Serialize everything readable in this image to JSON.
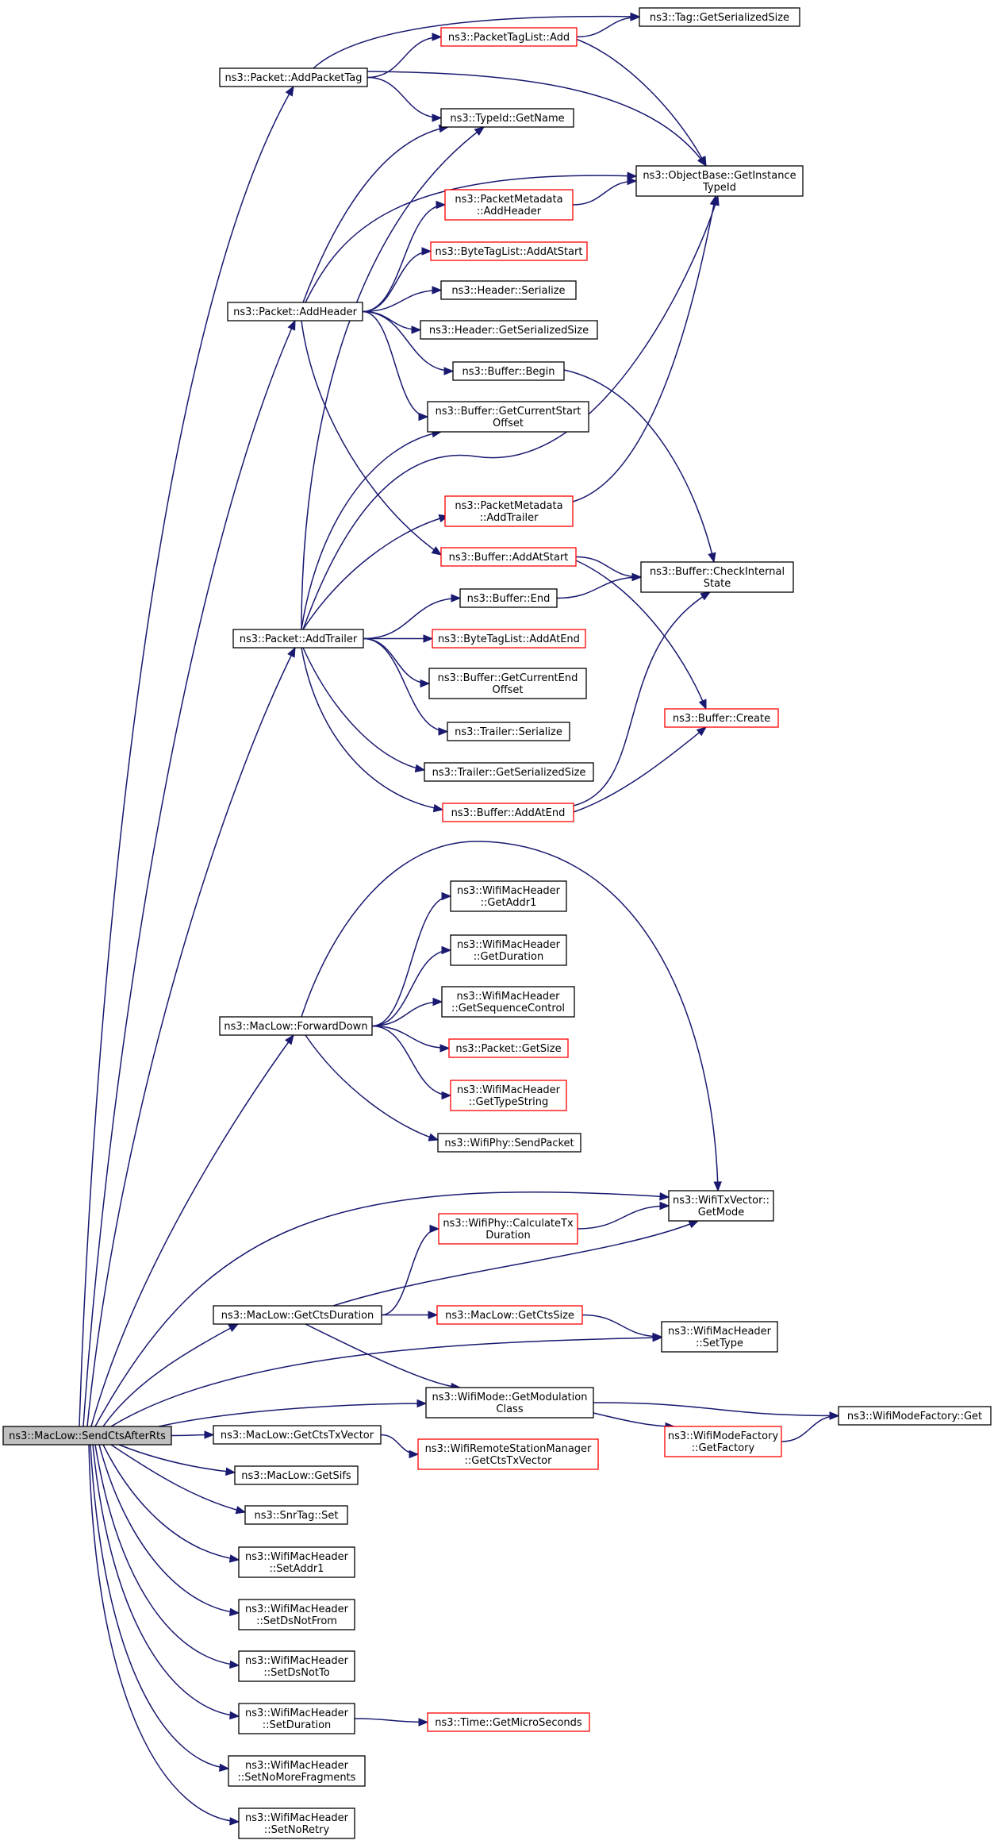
{
  "colors": {
    "edge": "#191970",
    "border_normal": "#000000",
    "border_linked": "#ff0000",
    "root_fill": "#bfbfbf"
  },
  "nodes": [
    {
      "id": "root",
      "lines": [
        "ns3::MacLow::SendCtsAfterRts"
      ],
      "style": "root"
    },
    {
      "id": "p_addpackettag",
      "lines": [
        "ns3::Packet::AddPacketTag"
      ],
      "style": "normal"
    },
    {
      "id": "tag_getser",
      "lines": [
        "ns3::Tag::GetSerializedSize"
      ],
      "style": "normal"
    },
    {
      "id": "ptl_add",
      "lines": [
        "ns3::PacketTagList::Add"
      ],
      "style": "linked"
    },
    {
      "id": "typeid_getname",
      "lines": [
        "ns3::TypeId::GetName"
      ],
      "style": "normal"
    },
    {
      "id": "objbase_getinst",
      "lines": [
        "ns3::ObjectBase::GetInstance",
        "TypeId"
      ],
      "style": "normal"
    },
    {
      "id": "pm_addheader",
      "lines": [
        "ns3::PacketMetadata",
        "::AddHeader"
      ],
      "style": "linked"
    },
    {
      "id": "btl_addatstart",
      "lines": [
        "ns3::ByteTagList::AddAtStart"
      ],
      "style": "linked"
    },
    {
      "id": "header_serialize",
      "lines": [
        "ns3::Header::Serialize"
      ],
      "style": "normal"
    },
    {
      "id": "p_addheader",
      "lines": [
        "ns3::Packet::AddHeader"
      ],
      "style": "normal"
    },
    {
      "id": "header_getser",
      "lines": [
        "ns3::Header::GetSerializedSize"
      ],
      "style": "normal"
    },
    {
      "id": "buf_begin",
      "lines": [
        "ns3::Buffer::Begin"
      ],
      "style": "normal"
    },
    {
      "id": "buf_getcurstart",
      "lines": [
        "ns3::Buffer::GetCurrentStart",
        "Offset"
      ],
      "style": "normal"
    },
    {
      "id": "pm_addtrailer",
      "lines": [
        "ns3::PacketMetadata",
        "::AddTrailer"
      ],
      "style": "linked"
    },
    {
      "id": "buf_addatstart",
      "lines": [
        "ns3::Buffer::AddAtStart"
      ],
      "style": "linked"
    },
    {
      "id": "buf_checkinternal",
      "lines": [
        "ns3::Buffer::CheckInternal",
        "State"
      ],
      "style": "normal"
    },
    {
      "id": "buf_end",
      "lines": [
        "ns3::Buffer::End"
      ],
      "style": "normal"
    },
    {
      "id": "p_addtrailer",
      "lines": [
        "ns3::Packet::AddTrailer"
      ],
      "style": "normal"
    },
    {
      "id": "btl_addatend",
      "lines": [
        "ns3::ByteTagList::AddAtEnd"
      ],
      "style": "linked"
    },
    {
      "id": "buf_getcurend",
      "lines": [
        "ns3::Buffer::GetCurrentEnd",
        "Offset"
      ],
      "style": "normal"
    },
    {
      "id": "buf_create",
      "lines": [
        "ns3::Buffer::Create"
      ],
      "style": "linked"
    },
    {
      "id": "trailer_serialize",
      "lines": [
        "ns3::Trailer::Serialize"
      ],
      "style": "normal"
    },
    {
      "id": "trailer_getser",
      "lines": [
        "ns3::Trailer::GetSerializedSize"
      ],
      "style": "normal"
    },
    {
      "id": "buf_addatend",
      "lines": [
        "ns3::Buffer::AddAtEnd"
      ],
      "style": "linked"
    },
    {
      "id": "wmh_getaddr1",
      "lines": [
        "ns3::WifiMacHeader",
        "::GetAddr1"
      ],
      "style": "normal"
    },
    {
      "id": "wmh_getduration",
      "lines": [
        "ns3::WifiMacHeader",
        "::GetDuration"
      ],
      "style": "normal"
    },
    {
      "id": "wmh_getseqctrl",
      "lines": [
        "ns3::WifiMacHeader",
        "::GetSequenceControl"
      ],
      "style": "normal"
    },
    {
      "id": "ml_forwarddown",
      "lines": [
        "ns3::MacLow::ForwardDown"
      ],
      "style": "normal"
    },
    {
      "id": "p_getsize",
      "lines": [
        "ns3::Packet::GetSize"
      ],
      "style": "linked"
    },
    {
      "id": "wmh_gettypestring",
      "lines": [
        "ns3::WifiMacHeader",
        "::GetTypeString"
      ],
      "style": "linked"
    },
    {
      "id": "wphy_sendpacket",
      "lines": [
        "ns3::WifiPhy::SendPacket"
      ],
      "style": "normal"
    },
    {
      "id": "wtxv_getmode",
      "lines": [
        "ns3::WifiTxVector::",
        "GetMode"
      ],
      "style": "normal"
    },
    {
      "id": "wphy_calctx",
      "lines": [
        "ns3::WifiPhy::CalculateTx",
        "Duration"
      ],
      "style": "linked"
    },
    {
      "id": "ml_getctsduration",
      "lines": [
        "ns3::MacLow::GetCtsDuration"
      ],
      "style": "normal"
    },
    {
      "id": "ml_getctssize",
      "lines": [
        "ns3::MacLow::GetCtsSize"
      ],
      "style": "linked"
    },
    {
      "id": "wmh_settype",
      "lines": [
        "ns3::WifiMacHeader",
        "::SetType"
      ],
      "style": "normal"
    },
    {
      "id": "wmode_getmodclass",
      "lines": [
        "ns3::WifiMode::GetModulation",
        "Class"
      ],
      "style": "normal"
    },
    {
      "id": "wmf_get",
      "lines": [
        "ns3::WifiModeFactory::Get"
      ],
      "style": "normal"
    },
    {
      "id": "ml_getctstxvector",
      "lines": [
        "ns3::MacLow::GetCtsTxVector"
      ],
      "style": "normal"
    },
    {
      "id": "wrsm_getctstxvector",
      "lines": [
        "ns3::WifiRemoteStationManager",
        "::GetCtsTxVector"
      ],
      "style": "linked"
    },
    {
      "id": "wmf_getfactory",
      "lines": [
        "ns3::WifiModeFactory",
        "::GetFactory"
      ],
      "style": "linked"
    },
    {
      "id": "ml_getsifs",
      "lines": [
        "ns3::MacLow::GetSifs"
      ],
      "style": "normal"
    },
    {
      "id": "snrtag_set",
      "lines": [
        "ns3::SnrTag::Set"
      ],
      "style": "normal"
    },
    {
      "id": "wmh_setaddr1",
      "lines": [
        "ns3::WifiMacHeader",
        "::SetAddr1"
      ],
      "style": "normal"
    },
    {
      "id": "wmh_setdsnotfrom",
      "lines": [
        "ns3::WifiMacHeader",
        "::SetDsNotFrom"
      ],
      "style": "normal"
    },
    {
      "id": "wmh_setdsnotto",
      "lines": [
        "ns3::WifiMacHeader",
        "::SetDsNotTo"
      ],
      "style": "normal"
    },
    {
      "id": "wmh_setduration",
      "lines": [
        "ns3::WifiMacHeader",
        "::SetDuration"
      ],
      "style": "normal"
    },
    {
      "id": "time_getmicro",
      "lines": [
        "ns3::Time::GetMicroSeconds"
      ],
      "style": "linked"
    },
    {
      "id": "wmh_setnomorefrag",
      "lines": [
        "ns3::WifiMacHeader",
        "::SetNoMoreFragments"
      ],
      "style": "normal"
    },
    {
      "id": "wmh_setnoretry",
      "lines": [
        "ns3::WifiMacHeader",
        "::SetNoRetry"
      ],
      "style": "normal"
    }
  ],
  "edges": [
    [
      "p_addpackettag",
      "tag_getser"
    ],
    [
      "p_addpackettag",
      "ptl_add"
    ],
    [
      "p_addpackettag",
      "typeid_getname"
    ],
    [
      "p_addpackettag",
      "objbase_getinst"
    ],
    [
      "ptl_add",
      "tag_getser"
    ],
    [
      "ptl_add",
      "objbase_getinst"
    ],
    [
      "pm_addheader",
      "objbase_getinst"
    ],
    [
      "p_addheader",
      "typeid_getname"
    ],
    [
      "p_addheader",
      "objbase_getinst"
    ],
    [
      "p_addheader",
      "pm_addheader"
    ],
    [
      "p_addheader",
      "btl_addatstart"
    ],
    [
      "p_addheader",
      "header_serialize"
    ],
    [
      "p_addheader",
      "header_getser"
    ],
    [
      "p_addheader",
      "buf_begin"
    ],
    [
      "p_addheader",
      "buf_getcurstart"
    ],
    [
      "p_addheader",
      "buf_addatstart"
    ],
    [
      "buf_begin",
      "buf_checkinternal"
    ],
    [
      "pm_addtrailer",
      "objbase_getinst"
    ],
    [
      "buf_addatstart",
      "buf_checkinternal"
    ],
    [
      "buf_addatstart",
      "buf_create"
    ],
    [
      "buf_end",
      "buf_checkinternal"
    ],
    [
      "p_addtrailer",
      "typeid_getname"
    ],
    [
      "p_addtrailer",
      "objbase_getinst"
    ],
    [
      "p_addtrailer",
      "buf_getcurstart"
    ],
    [
      "p_addtrailer",
      "pm_addtrailer"
    ],
    [
      "p_addtrailer",
      "buf_end"
    ],
    [
      "p_addtrailer",
      "btl_addatend"
    ],
    [
      "p_addtrailer",
      "buf_getcurend"
    ],
    [
      "p_addtrailer",
      "trailer_serialize"
    ],
    [
      "p_addtrailer",
      "trailer_getser"
    ],
    [
      "p_addtrailer",
      "buf_addatend"
    ],
    [
      "buf_addatend",
      "buf_checkinternal"
    ],
    [
      "buf_addatend",
      "buf_create"
    ],
    [
      "ml_forwarddown",
      "wtxv_getmode"
    ],
    [
      "ml_forwarddown",
      "wmh_getaddr1"
    ],
    [
      "ml_forwarddown",
      "wmh_getduration"
    ],
    [
      "ml_forwarddown",
      "wmh_getseqctrl"
    ],
    [
      "ml_forwarddown",
      "p_getsize"
    ],
    [
      "ml_forwarddown",
      "wmh_gettypestring"
    ],
    [
      "ml_forwarddown",
      "wphy_sendpacket"
    ],
    [
      "wphy_calctx",
      "wtxv_getmode"
    ],
    [
      "ml_getctsduration",
      "wphy_calctx"
    ],
    [
      "ml_getctsduration",
      "wtxv_getmode"
    ],
    [
      "ml_getctsduration",
      "ml_getctssize"
    ],
    [
      "ml_getctsduration",
      "wmode_getmodclass"
    ],
    [
      "ml_getctssize",
      "wmh_settype"
    ],
    [
      "wmode_getmodclass",
      "wmf_get"
    ],
    [
      "wmode_getmodclass",
      "wmf_getfactory"
    ],
    [
      "wmf_getfactory",
      "wmf_get"
    ],
    [
      "ml_getctstxvector",
      "wrsm_getctstxvector"
    ],
    [
      "wmh_setduration",
      "time_getmicro"
    ],
    [
      "root",
      "p_addpackettag"
    ],
    [
      "root",
      "p_addheader"
    ],
    [
      "root",
      "p_addtrailer"
    ],
    [
      "root",
      "ml_forwarddown"
    ],
    [
      "root",
      "wtxv_getmode"
    ],
    [
      "root",
      "ml_getctsduration"
    ],
    [
      "root",
      "wmh_settype"
    ],
    [
      "root",
      "wmode_getmodclass"
    ],
    [
      "root",
      "ml_getctstxvector"
    ],
    [
      "root",
      "ml_getsifs"
    ],
    [
      "root",
      "snrtag_set"
    ],
    [
      "root",
      "wmh_setaddr1"
    ],
    [
      "root",
      "wmh_setdsnotfrom"
    ],
    [
      "root",
      "wmh_setdsnotto"
    ],
    [
      "root",
      "wmh_setduration"
    ],
    [
      "root",
      "wmh_setnomorefrag"
    ],
    [
      "root",
      "wmh_setnoretry"
    ]
  ]
}
